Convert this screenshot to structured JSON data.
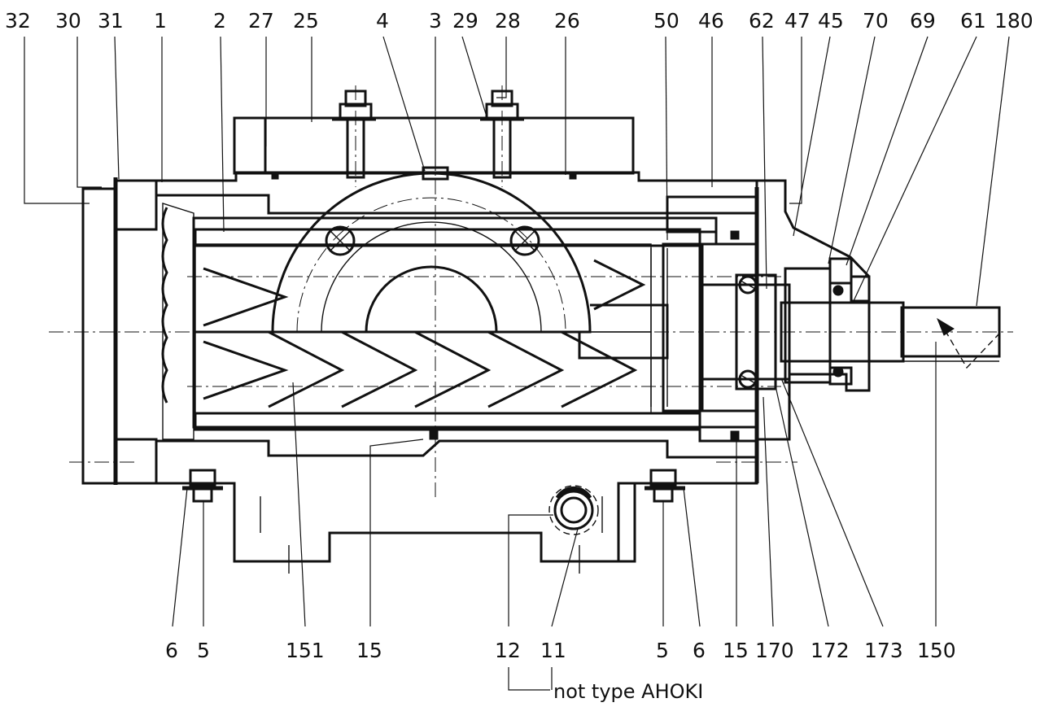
{
  "diagram": {
    "top_labels": [
      "32",
      "30",
      "31",
      "1",
      "2",
      "27",
      "25",
      "4",
      "3",
      "29",
      "28",
      "26",
      "50",
      "46",
      "62",
      "47",
      "45",
      "70",
      "69",
      "61",
      "180"
    ],
    "bottom_labels": [
      "6",
      "5",
      "151",
      "15",
      "12",
      "11",
      "5",
      "6",
      "15",
      "170",
      "172",
      "173",
      "150"
    ],
    "note": "not type AHOKI"
  }
}
